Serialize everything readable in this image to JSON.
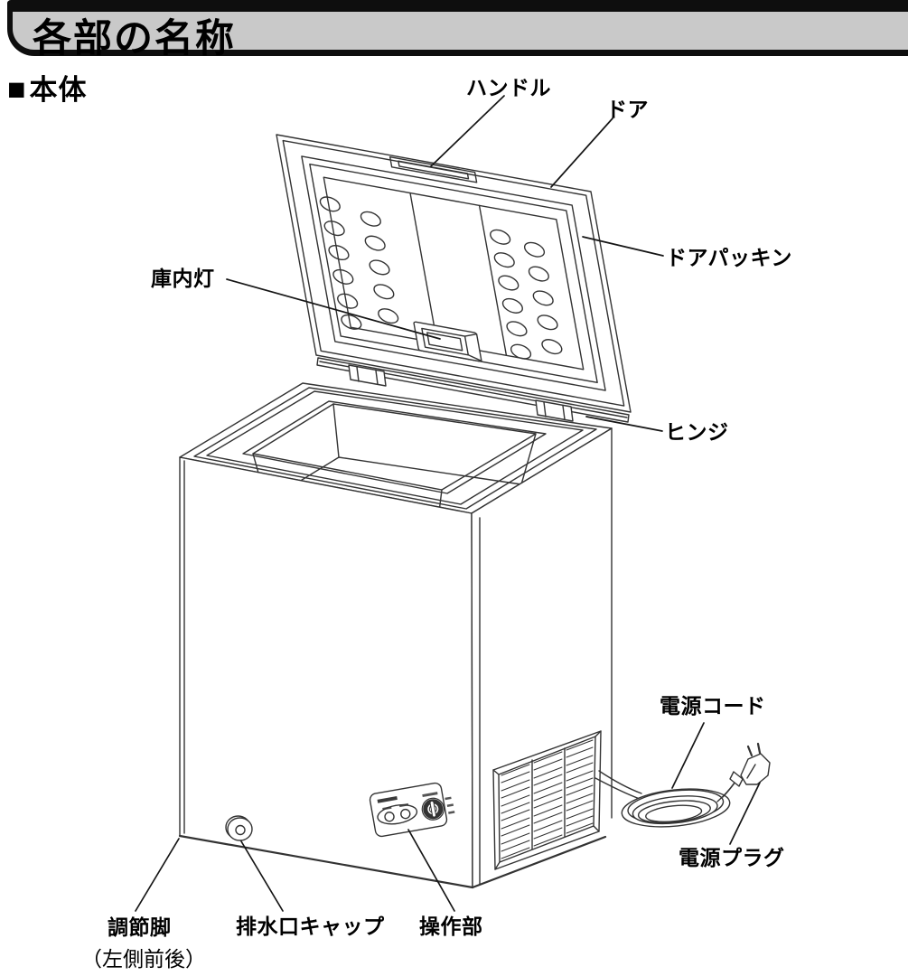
{
  "header": {
    "title": "各部の名称"
  },
  "section": {
    "marker": "■",
    "title": "本体"
  },
  "diagram": {
    "labels": {
      "handle": "ハンドル",
      "door": "ドア",
      "door_gasket": "ドアパッキン",
      "interior_light": "庫内灯",
      "hinge": "ヒンジ",
      "power_cord": "電源コード",
      "power_plug": "電源プラグ",
      "adjustable_feet": "調節脚",
      "adjustable_feet_note": "（左側前後）",
      "drain_cap": "排水口キャップ",
      "control_panel": "操作部"
    }
  },
  "colors": {
    "banner_bg": "#c9c9c9",
    "header_bar": "#0e0e0e",
    "drawing_line": "#333333",
    "label_text": "#000000",
    "page_bg": "#ffffff"
  }
}
